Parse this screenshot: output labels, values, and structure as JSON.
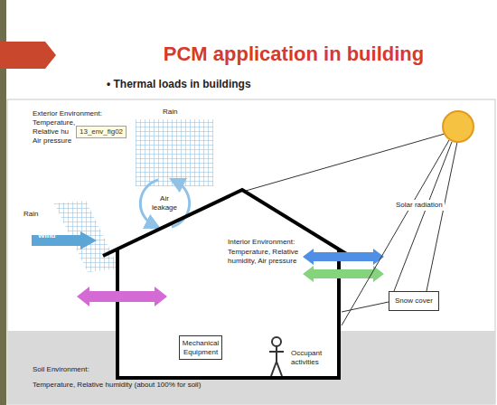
{
  "diagram": {
    "title": "PCM application in building",
    "nodes": [
      {
        "text": [
          "13_env_fig02"
        ]
      },
      {
        "text": [
          "Wind"
        ]
      },
      {
        "text": [
          "Snow cover"
        ]
      },
      {
        "text": [
          "Mechanical Equipment"
        ]
      }
    ],
    "labels": [
      "• Thermal loads in buildings",
      "Exterior Environment:",
      "Temperature,",
      "Relative hu",
      "Air pressure",
      "Rain",
      "Rain",
      "Air leakage",
      "Solar radiation",
      "Interior Environment:",
      "Temperature, Relative humidity, Air pressure",
      "Occupant activities",
      "Soil Environment:",
      "Temperature, Relative humidity (about 100% for soil)"
    ]
  }
}
